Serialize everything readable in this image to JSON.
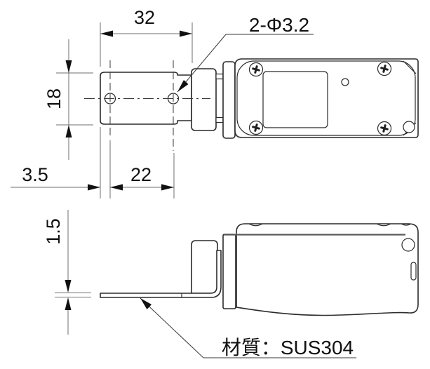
{
  "drawing": {
    "title": "bracket technical drawing",
    "background_color": "#ffffff",
    "outline_color": "#2b2b2b",
    "dimension_line_color": "#6f6f6f",
    "text_color": "#111111",
    "labels": {
      "dim_plate_length": "32",
      "dim_plate_width": "18",
      "dim_edge_to_hole": "3.5",
      "dim_hole_spacing": "22",
      "dim_plate_thickness": "1.5",
      "hole_callout": "2-Φ3.2",
      "material_note": "材質：SUS304"
    },
    "icons": {
      "screw_icon": "phillips-screw-head",
      "hole_icon": "through-hole"
    }
  }
}
